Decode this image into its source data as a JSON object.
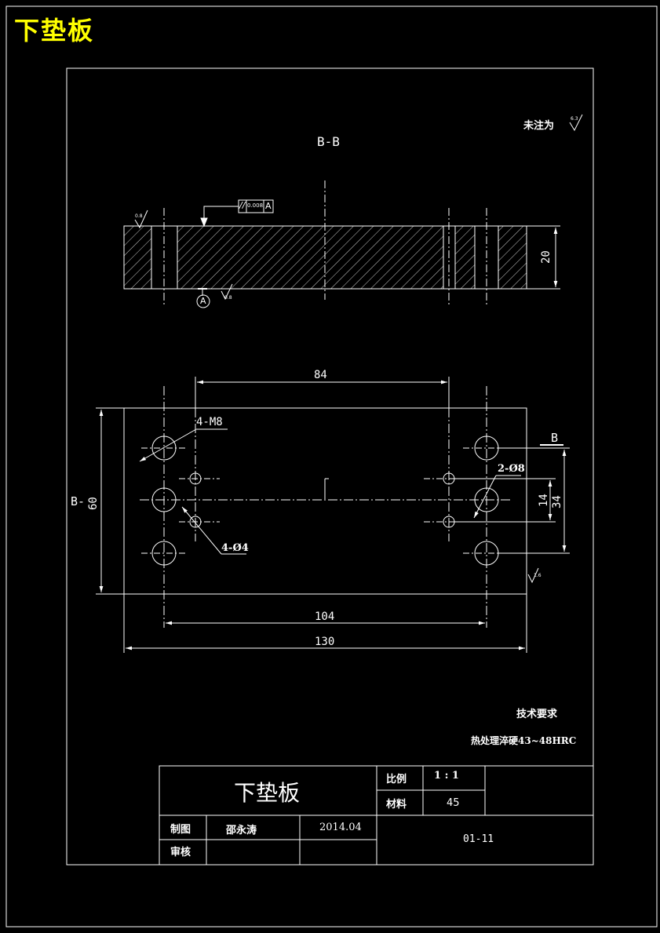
{
  "header": {
    "title": "下垫板",
    "title_color": "#ffff00"
  },
  "notes": {
    "unspecified_roughness_label": "未注为",
    "roughness_symbol_value": "6.3",
    "tech_requirements_heading": "技术要求",
    "tech_requirement_1": "热处理淬硬43~48HRC"
  },
  "section_view": {
    "label": "B-B",
    "thickness_dim": "20",
    "parallelism_symbol": "//",
    "parallelism_value": "0.008",
    "parallelism_datum": "A",
    "datum_label": "A",
    "roughness_top": "0.8",
    "roughness_left": "0.8"
  },
  "plan_view": {
    "dim_width": "130",
    "dim_hole_span": "104",
    "dim_pin_span": "84",
    "dim_height": "60",
    "dim_hole_pitch": "34",
    "dim_pin_pitch": "14",
    "callout_m8": "4-M8",
    "callout_d4": "4-Ø4",
    "callout_d8": "2-Ø8",
    "section_mark_left": "B-",
    "section_mark_right": "B",
    "roughness_edge": "1.6"
  },
  "title_block": {
    "part_name": "下垫板",
    "scale_label": "比例",
    "scale_value": "1 : 1",
    "material_label": "材料",
    "material_value": "45",
    "drawn_label": "制图",
    "drawn_by": "邵永涛",
    "drawn_date": "2014.04",
    "checked_label": "审核",
    "drawing_number": "01-11"
  },
  "colors": {
    "background": "#000000",
    "lines": "#ffffff",
    "title": "#ffff00"
  }
}
